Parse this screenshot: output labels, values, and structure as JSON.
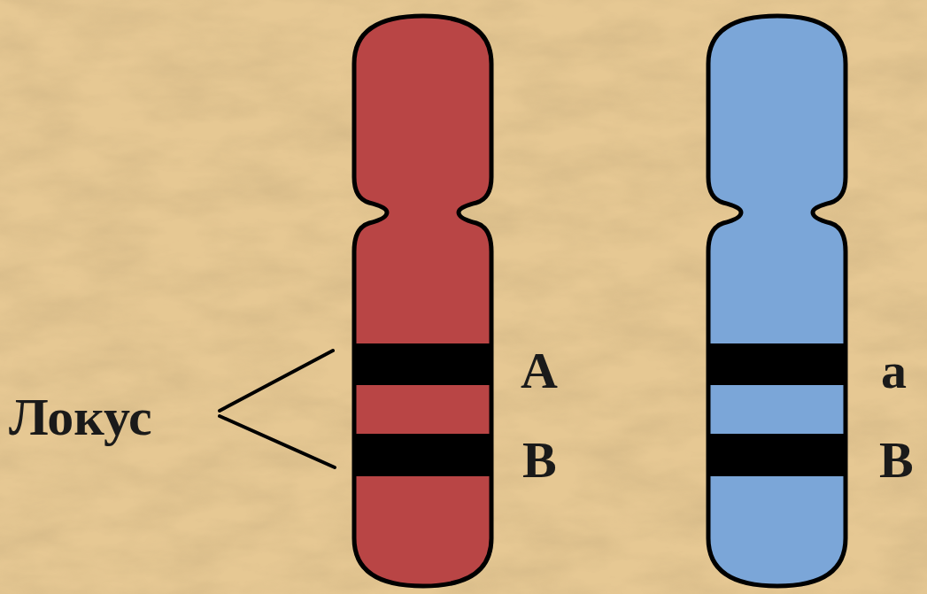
{
  "diagram": {
    "labels": [
      "Локус",
      "A",
      "B",
      "a",
      "B"
    ]
  }
}
